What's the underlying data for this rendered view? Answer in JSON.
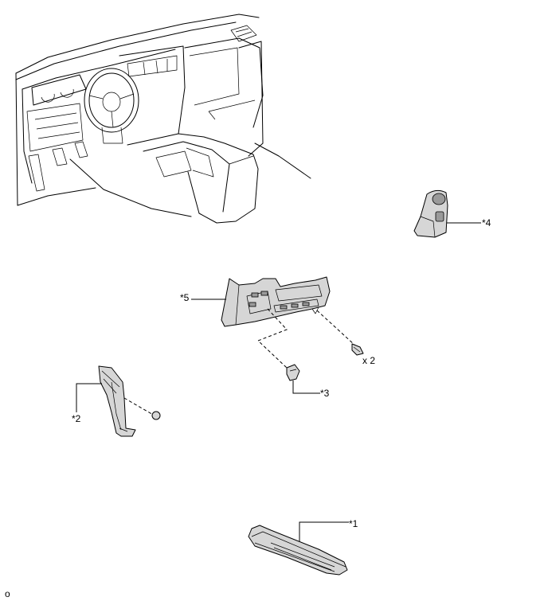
{
  "callouts": {
    "c1": "*1",
    "c2": "*2",
    "c3": "*3",
    "c4": "*4",
    "c5": "*5"
  },
  "quantity": "x 2",
  "corner_mark": "o",
  "colors": {
    "part_fill": "#d6d6d6",
    "line": "#000000",
    "background": "#ffffff"
  }
}
